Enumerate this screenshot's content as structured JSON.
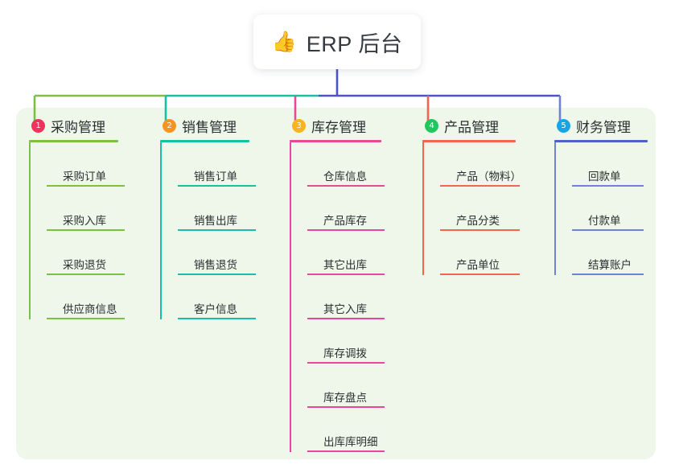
{
  "root": {
    "icon": "thumbs-up-icon",
    "emoji": "👍",
    "title": "ERP 后台"
  },
  "theme": {
    "panel_bg": "#eef7e9",
    "page_bg": "#ffffff",
    "text": "#2b2f33",
    "root_trunk": "#4a54c4"
  },
  "columns": [
    {
      "number": "1",
      "title": "采购管理",
      "badge_color": "#f0325c",
      "line_color": "#7ac143",
      "rule_color": "#7ac143",
      "items": [
        {
          "label": "采购订单"
        },
        {
          "label": "采购入库"
        },
        {
          "label": "采购退货"
        },
        {
          "label": "供应商信息"
        }
      ]
    },
    {
      "number": "2",
      "title": "销售管理",
      "badge_color": "#f7941e",
      "line_color": "#16bfa6",
      "rule_color": "#16bfa6",
      "items": [
        {
          "label": "销售订单"
        },
        {
          "label": "销售出库"
        },
        {
          "label": "销售退货"
        },
        {
          "label": "客户信息"
        }
      ]
    },
    {
      "number": "3",
      "title": "库存管理",
      "badge_color": "#f6b41e",
      "line_color": "#e8479c",
      "rule_color": "#e8479c",
      "items": [
        {
          "label": "仓库信息"
        },
        {
          "label": "产品库存"
        },
        {
          "label": "其它出库"
        },
        {
          "label": "其它入库"
        },
        {
          "label": "库存调拨"
        },
        {
          "label": "库存盘点"
        },
        {
          "label": "出库库明细"
        }
      ]
    },
    {
      "number": "4",
      "title": "产品管理",
      "badge_color": "#22c55e",
      "line_color": "#f4644f",
      "rule_color": "#f4644f",
      "items": [
        {
          "label": "产品（物料）"
        },
        {
          "label": "产品分类"
        },
        {
          "label": "产品单位"
        }
      ]
    },
    {
      "number": "5",
      "title": "财务管理",
      "badge_color": "#16a6e8",
      "line_color": "#6e83d6",
      "rule_color": "#4a63c8",
      "items": [
        {
          "label": "回款单"
        },
        {
          "label": "付款单"
        },
        {
          "label": "结算账户"
        }
      ]
    }
  ]
}
